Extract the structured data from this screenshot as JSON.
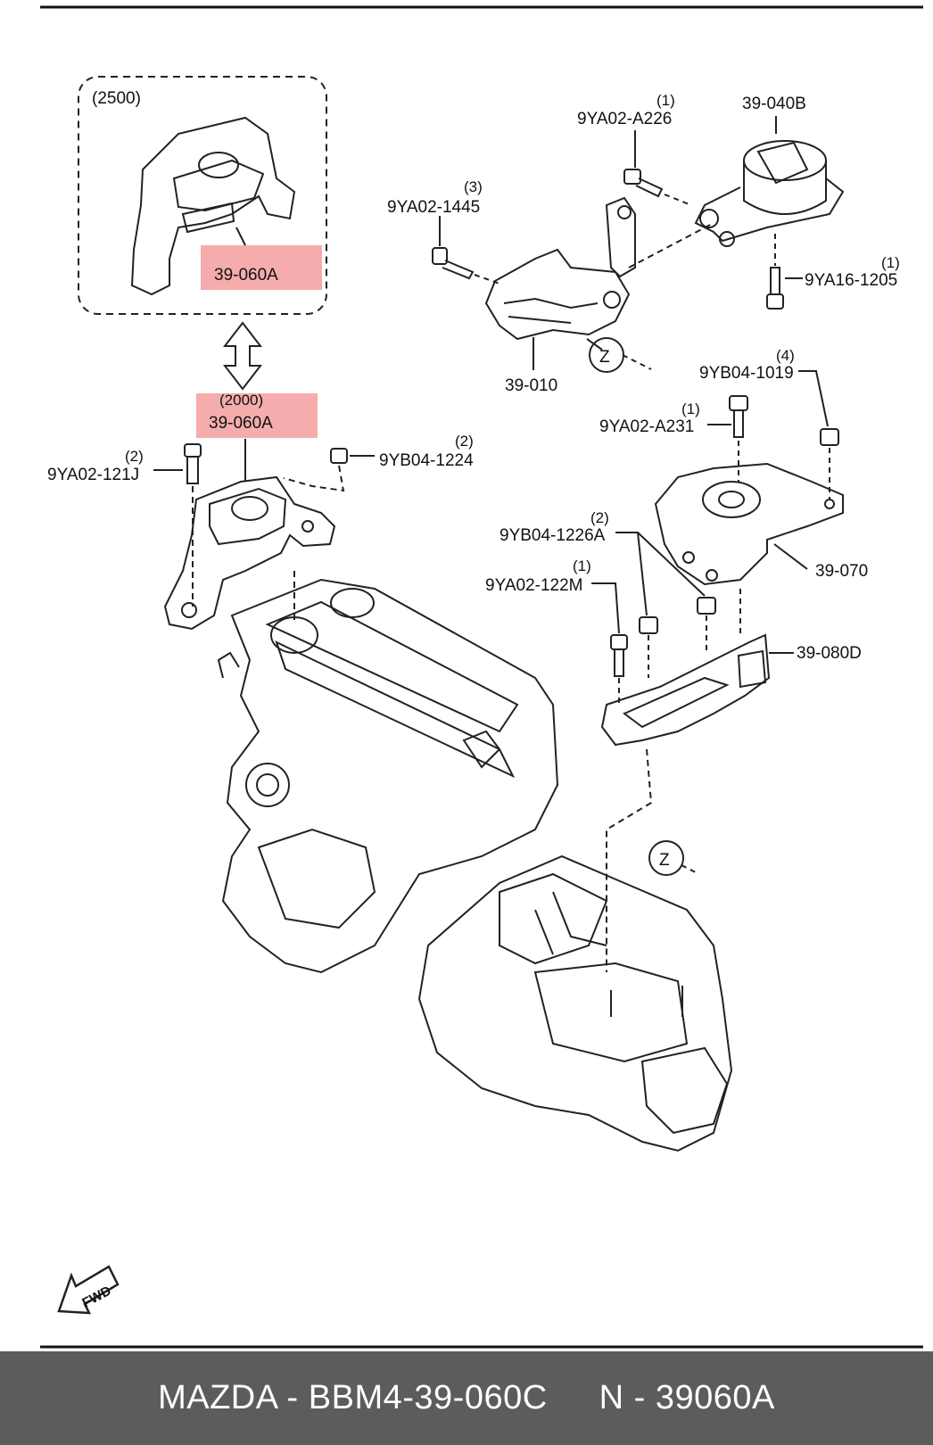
{
  "callouts": {
    "box_variant": "(2500)",
    "box_part": "39-060A",
    "main_variant": "(2000)",
    "main_part": "39-060A",
    "bolt_left_qty": "(2)",
    "bolt_left": "9YA02-121J",
    "nut_left_qty": "(2)",
    "nut_left": "9YB04-1224",
    "bolt_1445_qty": "(3)",
    "bolt_1445": "9YA02-1445",
    "bracket_010": "39-010",
    "bolt_a226_qty": "(1)",
    "bolt_a226": "9YA02-A226",
    "mount_040b": "39-040B",
    "bolt_1205_qty": "(1)",
    "bolt_1205": "9YA16-1205",
    "nut_1019_qty": "(4)",
    "nut_1019": "9YB04-1019",
    "bolt_a231_qty": "(1)",
    "bolt_a231": "9YA02-A231",
    "nut_1226a_qty": "(2)",
    "nut_1226a": "9YB04-1226A",
    "bolt_122m_qty": "(1)",
    "bolt_122m": "9YA02-122M",
    "mount_070": "39-070",
    "bracket_080d": "39-080D",
    "zone_z_top": "Z",
    "zone_z_bottom": "Z",
    "fwd": "FWD"
  },
  "colors": {
    "highlight": "#f4a3a3",
    "footer_bg": "#5c5c5c",
    "footer_text": "#ffffff"
  },
  "footer": {
    "brand_part": "MAZDA - BBM4-39-060C",
    "catalog": "N - 39060A"
  }
}
